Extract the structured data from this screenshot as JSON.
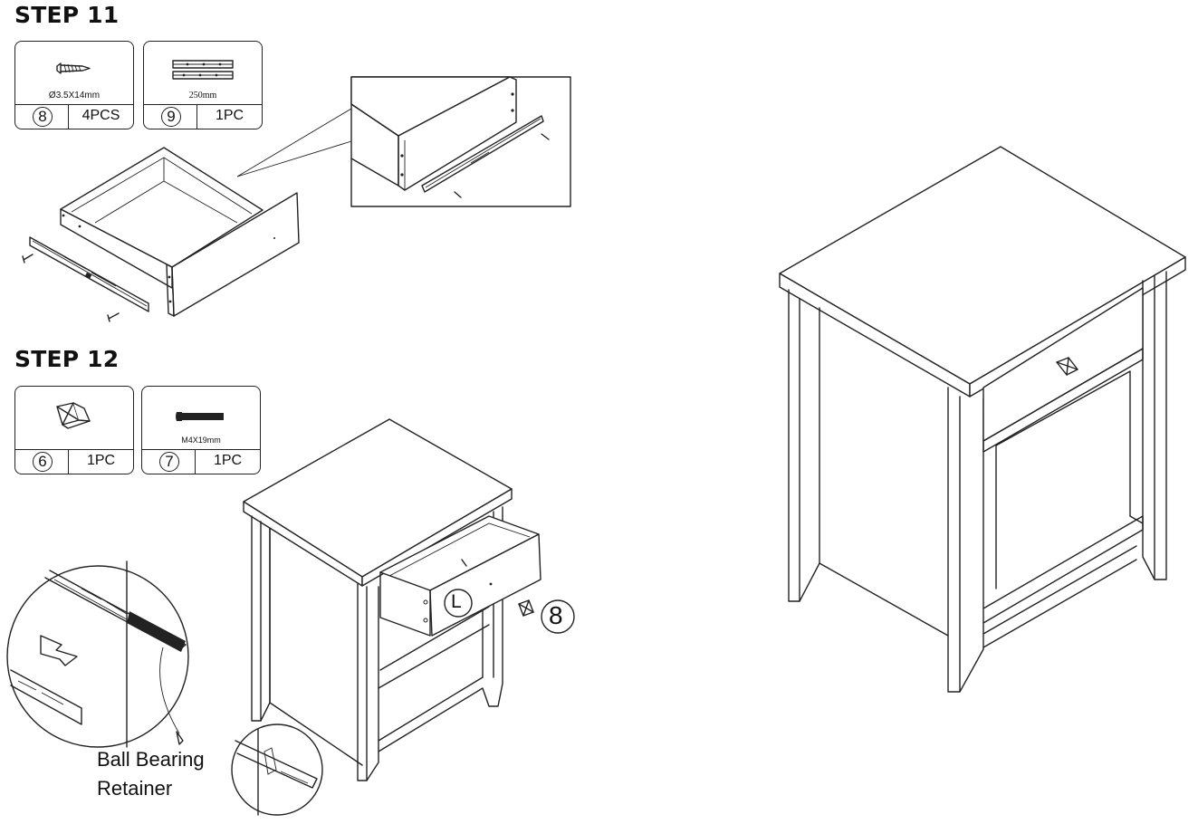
{
  "steps": [
    {
      "title": "STEP 11",
      "parts": [
        {
          "number": "8",
          "spec": "Ø3.5X14mm",
          "quantity": "4PCS",
          "icon": "screw-icon"
        },
        {
          "number": "9",
          "spec": "250mm",
          "quantity": "1PC",
          "icon": "drawer-slide-icon"
        }
      ]
    },
    {
      "title": "STEP 12",
      "parts": [
        {
          "number": "6",
          "spec": "",
          "quantity": "1PC",
          "icon": "knob-icon"
        },
        {
          "number": "7",
          "spec": "M4X19mm",
          "quantity": "1PC",
          "icon": "bolt-icon"
        }
      ]
    }
  ],
  "callouts": {
    "drawer_side_label": "L",
    "knob_part_number": "8",
    "ball_bearing_label_line1": "Ball Bearing",
    "ball_bearing_label_line2": "Retainer"
  }
}
